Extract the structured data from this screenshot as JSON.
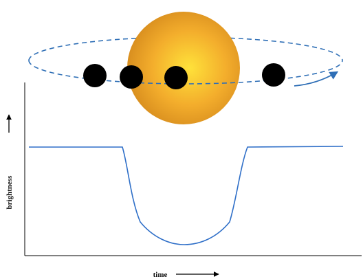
{
  "labels": {
    "x_axis": "time",
    "y_axis": "brightness"
  },
  "colors": {
    "star_center": "#ffe23a",
    "star_mid": "#f3ad2c",
    "star_edge": "#d98f1f",
    "orbit": "#2f6fb6",
    "curve": "#2f6fc8",
    "planet": "#000000",
    "axis": "#000000"
  },
  "chart_data": {
    "type": "line",
    "title": "",
    "xlabel": "time",
    "ylabel": "brightness",
    "series": [
      {
        "values_description_free": true,
        "x": [
          0,
          0.29,
          0.37,
          0.5,
          0.63,
          0.71,
          1.0
        ],
        "y": [
          1.0,
          1.0,
          0.4,
          0.2,
          0.4,
          1.0,
          1.0
        ]
      }
    ]
  },
  "planets": [
    {
      "phase": "before-transit"
    },
    {
      "phase": "ingress"
    },
    {
      "phase": "mid-transit"
    },
    {
      "phase": "after-transit"
    }
  ]
}
